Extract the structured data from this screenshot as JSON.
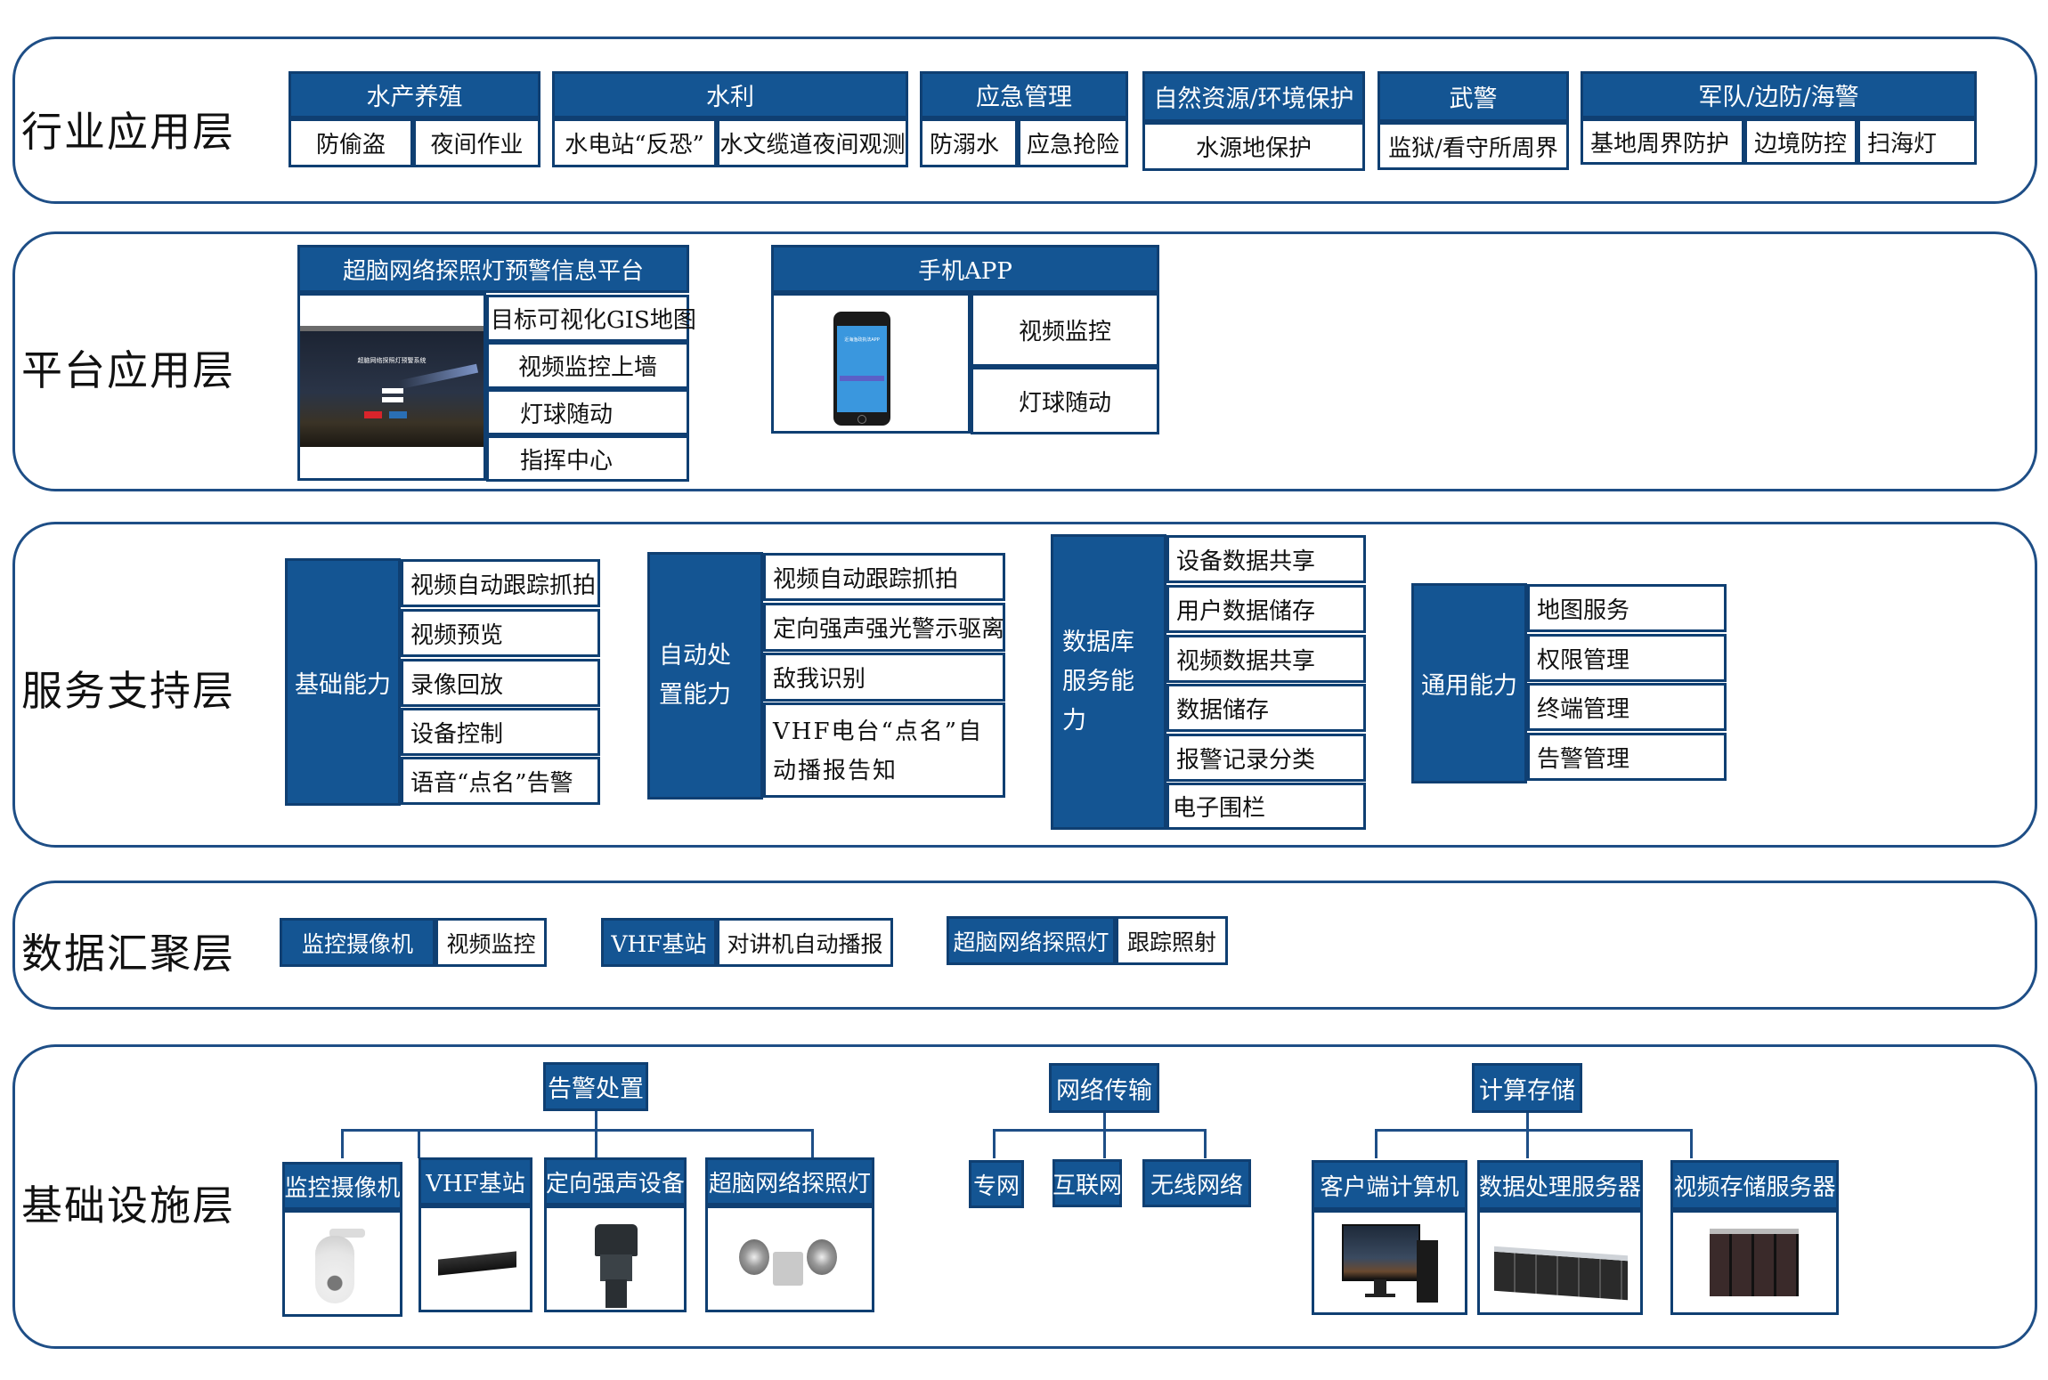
{
  "layers": {
    "industry": {
      "title": "行业应用层",
      "groups": [
        {
          "header": "水产养殖",
          "items": [
            "防偷盗",
            "夜间作业"
          ]
        },
        {
          "header": "水利",
          "items": [
            "水电站“反恐”",
            "水文缆道夜间观测"
          ]
        },
        {
          "header": "应急管理",
          "items": [
            "防溺水",
            "应急抢险"
          ]
        },
        {
          "header": "自然资源/环境保护",
          "items": [
            "水源地保护"
          ]
        },
        {
          "header": "武警",
          "items": [
            "监狱/看守所周界"
          ]
        },
        {
          "header": "军队/边防/海警",
          "items": [
            "基地周界防护",
            "边境防控",
            "扫海灯"
          ]
        }
      ]
    },
    "platform": {
      "title": "平台应用层",
      "web": {
        "header": "超脑网络探照灯预警信息平台",
        "screenshot_title": "超脑网络探照灯预警系统",
        "items": [
          "目标可视化GIS地图",
          "视频监控上墙",
          "灯球随动",
          "指挥中心"
        ]
      },
      "app": {
        "header": "手机APP",
        "phone_title": "近海渔政执法APP",
        "items": [
          "视频监控",
          "灯球随动"
        ]
      }
    },
    "service": {
      "title": "服务支持层",
      "groups": [
        {
          "header": "基础能力",
          "items": [
            "视频自动跟踪抓拍",
            "视频预览",
            "录像回放",
            "设备控制",
            "语音“点名”告警"
          ]
        },
        {
          "header": "自动处置能力",
          "items": [
            "视频自动跟踪抓拍",
            "定向强声强光警示驱离",
            "敌我识别",
            "VHF电台“点名”自动播报告知"
          ]
        },
        {
          "header": "数据库服务能力",
          "items": [
            "设备数据共享",
            "用户数据储存",
            "视频数据共享",
            "数据储存",
            "报警记录分类",
            "电子围栏"
          ]
        },
        {
          "header": "通用能力",
          "items": [
            "地图服务",
            "权限管理",
            "终端管理",
            "告警管理"
          ]
        }
      ]
    },
    "data": {
      "title": "数据汇聚层",
      "pairs": [
        {
          "source": "监控摄像机",
          "function": "视频监控"
        },
        {
          "source": "VHF基站",
          "function": "对讲机自动播报"
        },
        {
          "source": "超脑网络探照灯",
          "function": "跟踪照射"
        }
      ]
    },
    "infra": {
      "title": "基础设施层",
      "trees": [
        {
          "root": "告警处置",
          "children": [
            "监控摄像机",
            "VHF基站",
            "定向强声设备",
            "超脑网络探照灯"
          ]
        },
        {
          "root": "网络传输",
          "children": [
            "专网",
            "互联网",
            "无线网络"
          ]
        },
        {
          "root": "计算存储",
          "children": [
            "客户端计算机",
            "数据处理服务器",
            "视频存储服务器"
          ]
        }
      ]
    }
  },
  "colors": {
    "primary_blue": "#145593",
    "border_blue": "#1e4e86",
    "text": "#111111"
  }
}
